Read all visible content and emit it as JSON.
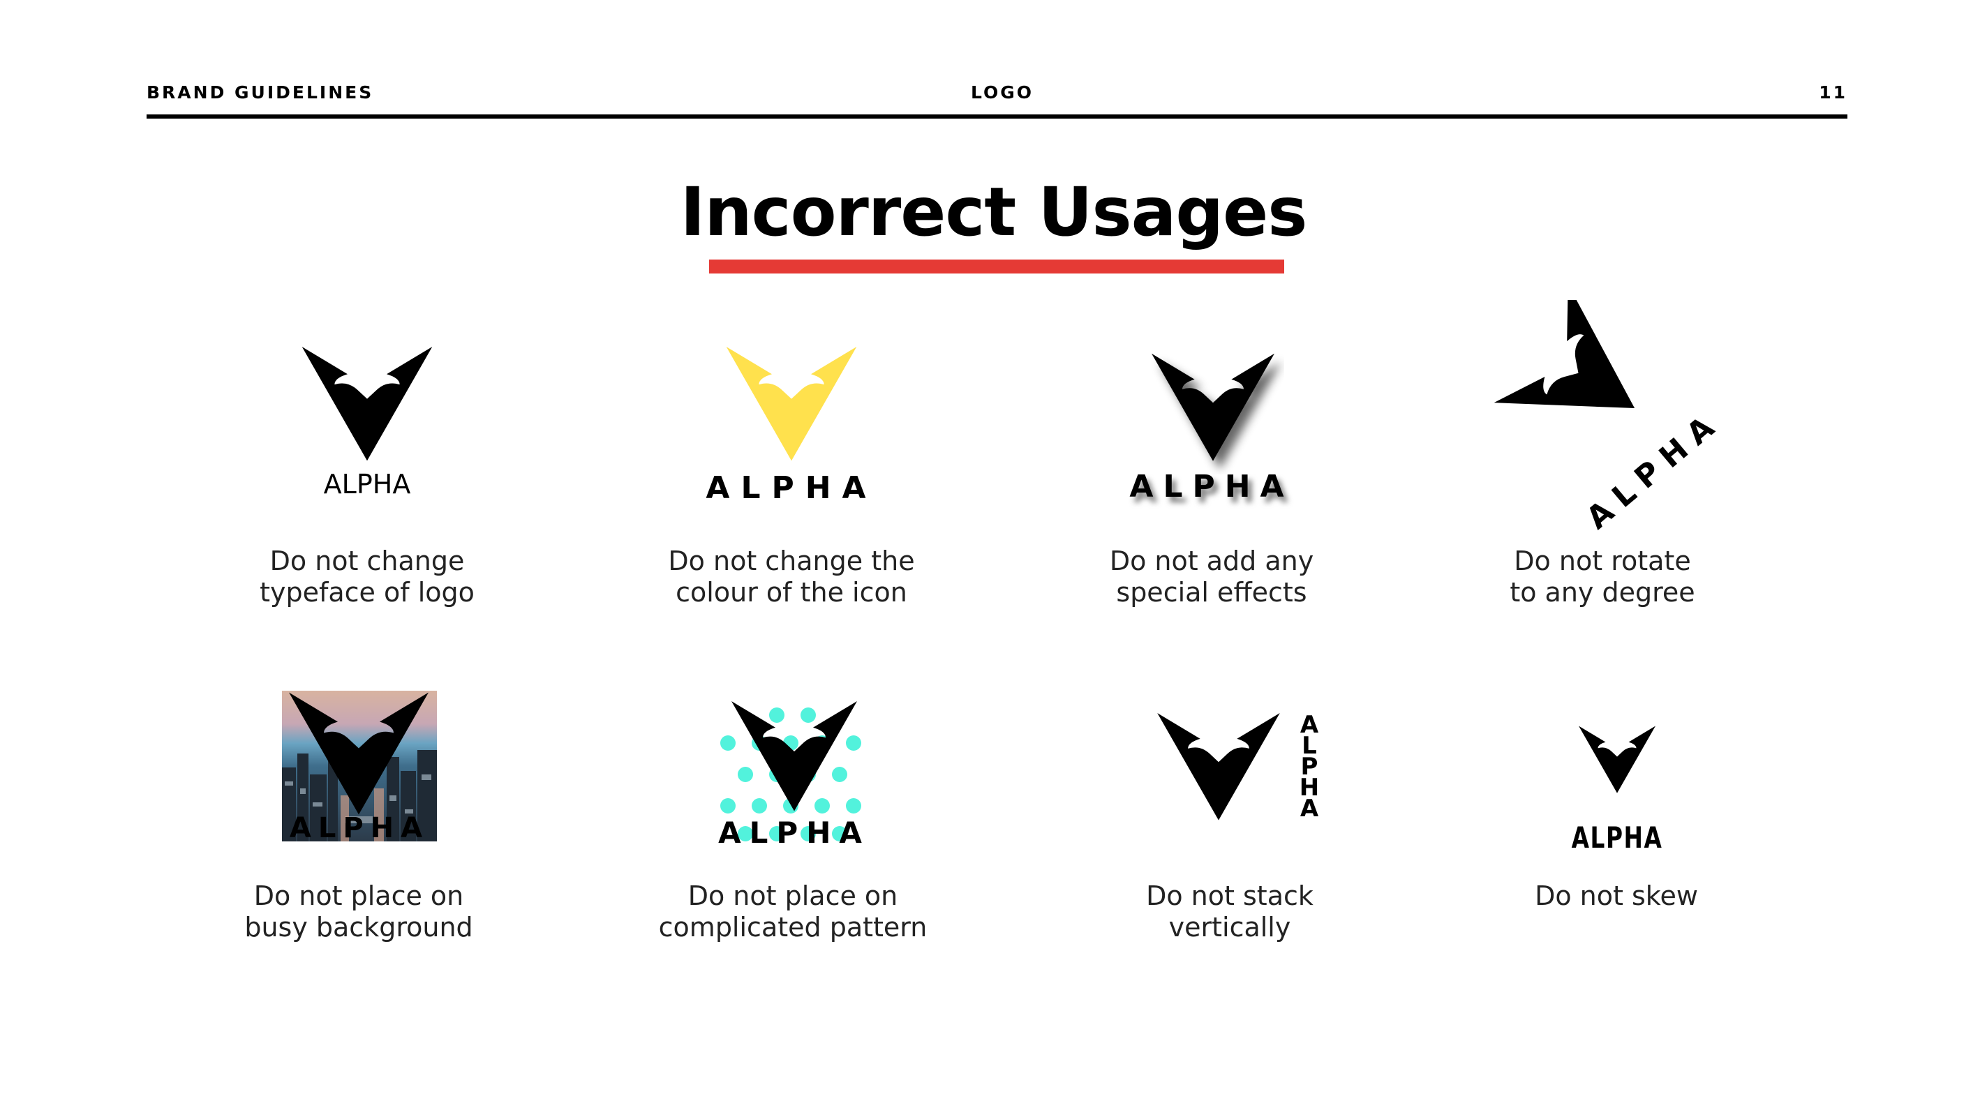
{
  "header": {
    "left": "BRAND GUIDELINES",
    "center": "LOGO",
    "page_number": "11"
  },
  "title": "Incorrect Usages",
  "colors": {
    "accent_red": "#e53a35",
    "logo_black": "#000000",
    "icon_yellow": "#ffe14d",
    "pattern_teal": "#52f2dc"
  },
  "logo_wordmark": "ALPHA",
  "usages": [
    {
      "caption": "Do not change\ntypeface of logo"
    },
    {
      "caption": "Do not change the\ncolour of the icon"
    },
    {
      "caption": "Do not add any\nspecial effects"
    },
    {
      "caption": "Do not rotate\nto any degree"
    },
    {
      "caption": "Do not place on\nbusy background"
    },
    {
      "caption": "Do not place on\ncomplicated pattern"
    },
    {
      "caption": "Do not stack\nvertically"
    },
    {
      "caption": "Do not skew"
    }
  ]
}
